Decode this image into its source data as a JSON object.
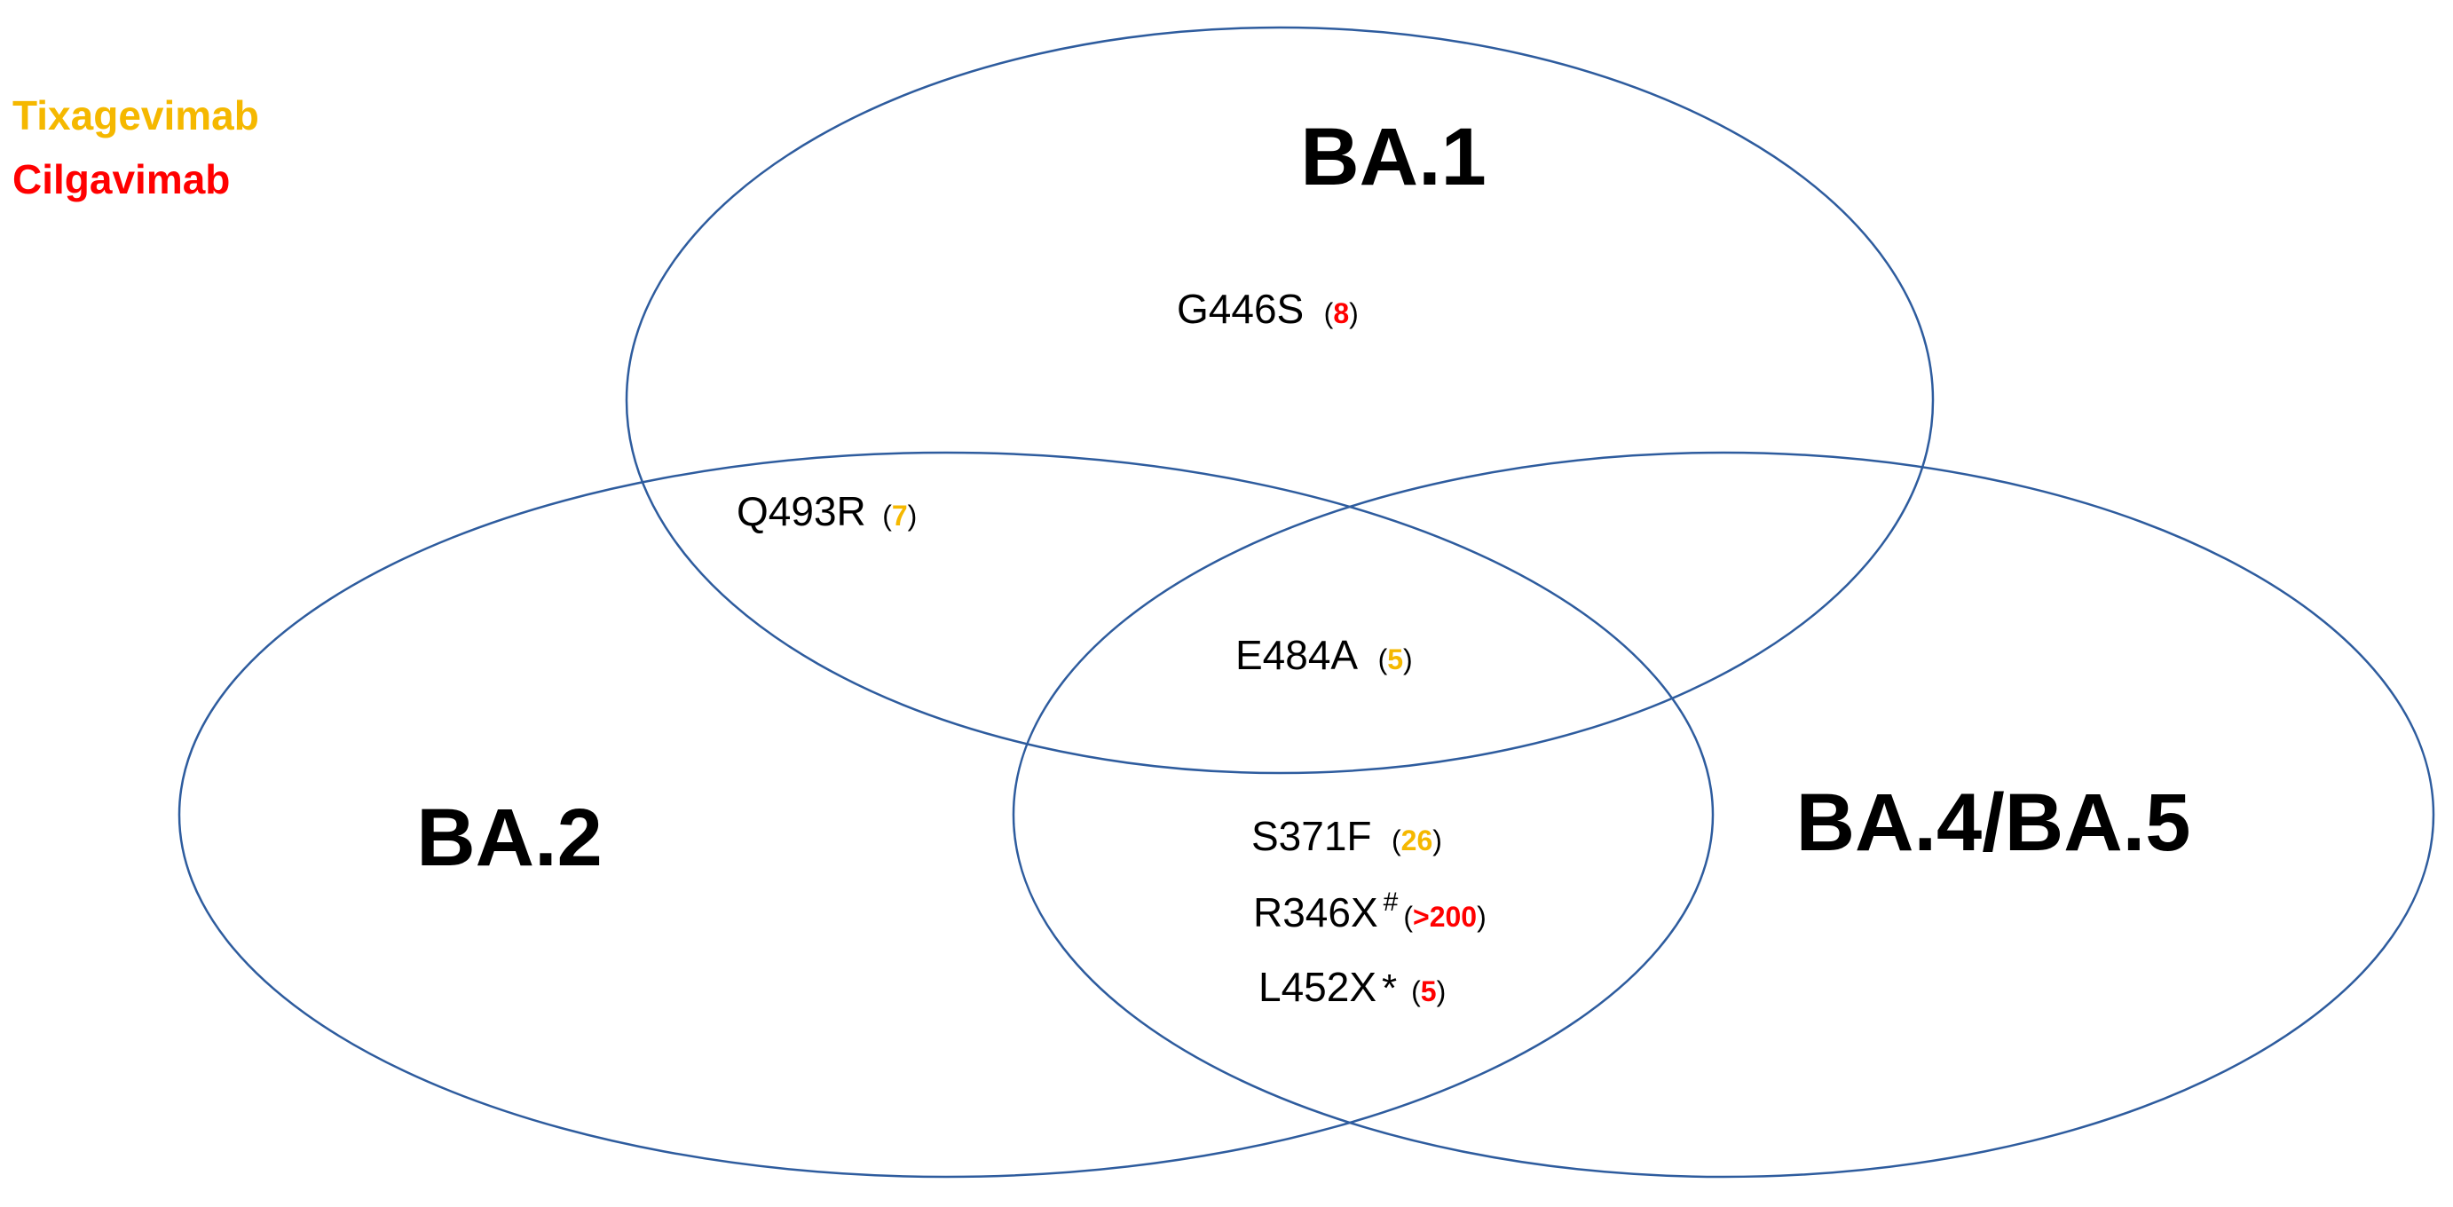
{
  "legend": {
    "tixagevimab": "Tixagevimab",
    "cilgavimab": "Cilgavimab"
  },
  "sets": {
    "ba1": "BA.1",
    "ba2": "BA.2",
    "ba45": "BA.4/BA.5"
  },
  "mutations": {
    "g446s": {
      "name": "G446S",
      "value": "8"
    },
    "q493r": {
      "name": "Q493R",
      "value": "7"
    },
    "e484a": {
      "name": "E484A",
      "value": "5"
    },
    "s371f": {
      "name": "S371F",
      "value": "26"
    },
    "r346x": {
      "name": "R346X",
      "mark": "#",
      "value": ">200"
    },
    "l452x": {
      "name": "L452X",
      "mark": "*",
      "value": "5"
    }
  },
  "colors": {
    "tixagevimab": "#F5B800",
    "cilgavimab": "#FF0000",
    "outline": "#2E5C9E",
    "text": "#000000"
  }
}
